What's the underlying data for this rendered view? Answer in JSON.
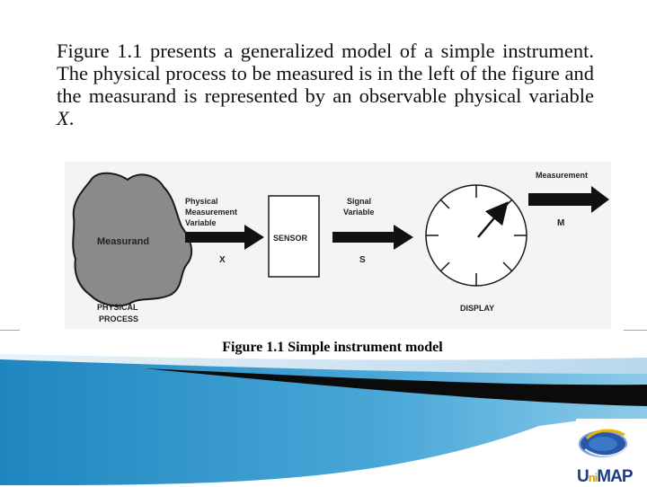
{
  "paragraph": {
    "before_var": "Figure 1.1 presents a generalized model of a simple instrument. The physical process to be measured is in the left of the figure and the measurand is represented by an observable physical variable ",
    "var": "X",
    "after_var": "."
  },
  "diagram": {
    "measurand": "Measurand",
    "physical_line1": "Physical",
    "physical_line2": "Measurement",
    "physical_line3": "Variable",
    "x_label": "X",
    "sensor": "SENSOR",
    "signal_line1": "Signal",
    "signal_line2": "Variable",
    "s_label": "S",
    "measurement": "Measurement",
    "m_label": "M",
    "physical_process_line1": "PHYSICAL",
    "physical_process_line2": "PROCESS",
    "display": "DISPLAY"
  },
  "caption": "Figure 1.1 Simple instrument model",
  "logo": {
    "part1": "U",
    "part2": "ni",
    "part3": "MAP"
  },
  "colors": {
    "footer_light": "#cfe3f1",
    "footer_mid": "#3f9fd0",
    "footer_dark": "#0b0b0b"
  }
}
